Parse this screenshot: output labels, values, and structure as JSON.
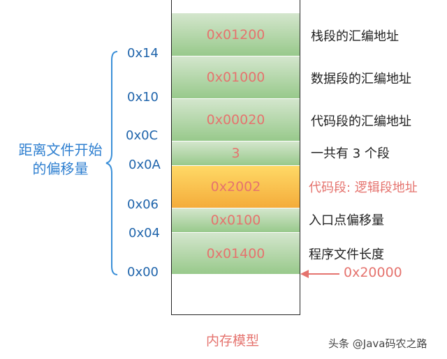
{
  "side_label": {
    "line1": "距离文件开始",
    "line2": "的偏移量"
  },
  "memory_cells": [
    {
      "value": "0x01200",
      "description": "栈段的汇编地址"
    },
    {
      "value": "0x01000",
      "description": "数据段的汇编地址"
    },
    {
      "value": "0x00020",
      "description": "代码段的汇编地址"
    },
    {
      "value": "3",
      "description": "一共有 3 个段"
    },
    {
      "value": "0x2002",
      "description": "代码段: 逻辑段地址"
    },
    {
      "value": "0x0100",
      "description": "入口点偏移量"
    },
    {
      "value": "0x01400",
      "description": "程序文件长度"
    }
  ],
  "offsets": [
    "0x14",
    "0x10",
    "0x0C",
    "0x0A",
    "0x06",
    "0x04",
    "0x00"
  ],
  "entry_value": "0x20000",
  "caption": "内存模型",
  "watermark": "头条 @Java码农之路",
  "colors": {
    "green_cell": "#a9d29c",
    "orange_cell": "#f6b944",
    "value_text": "#e5736e",
    "offset_text": "#1f64ab",
    "side_label": "#2e7fd0",
    "arrow": "#e5736e"
  }
}
